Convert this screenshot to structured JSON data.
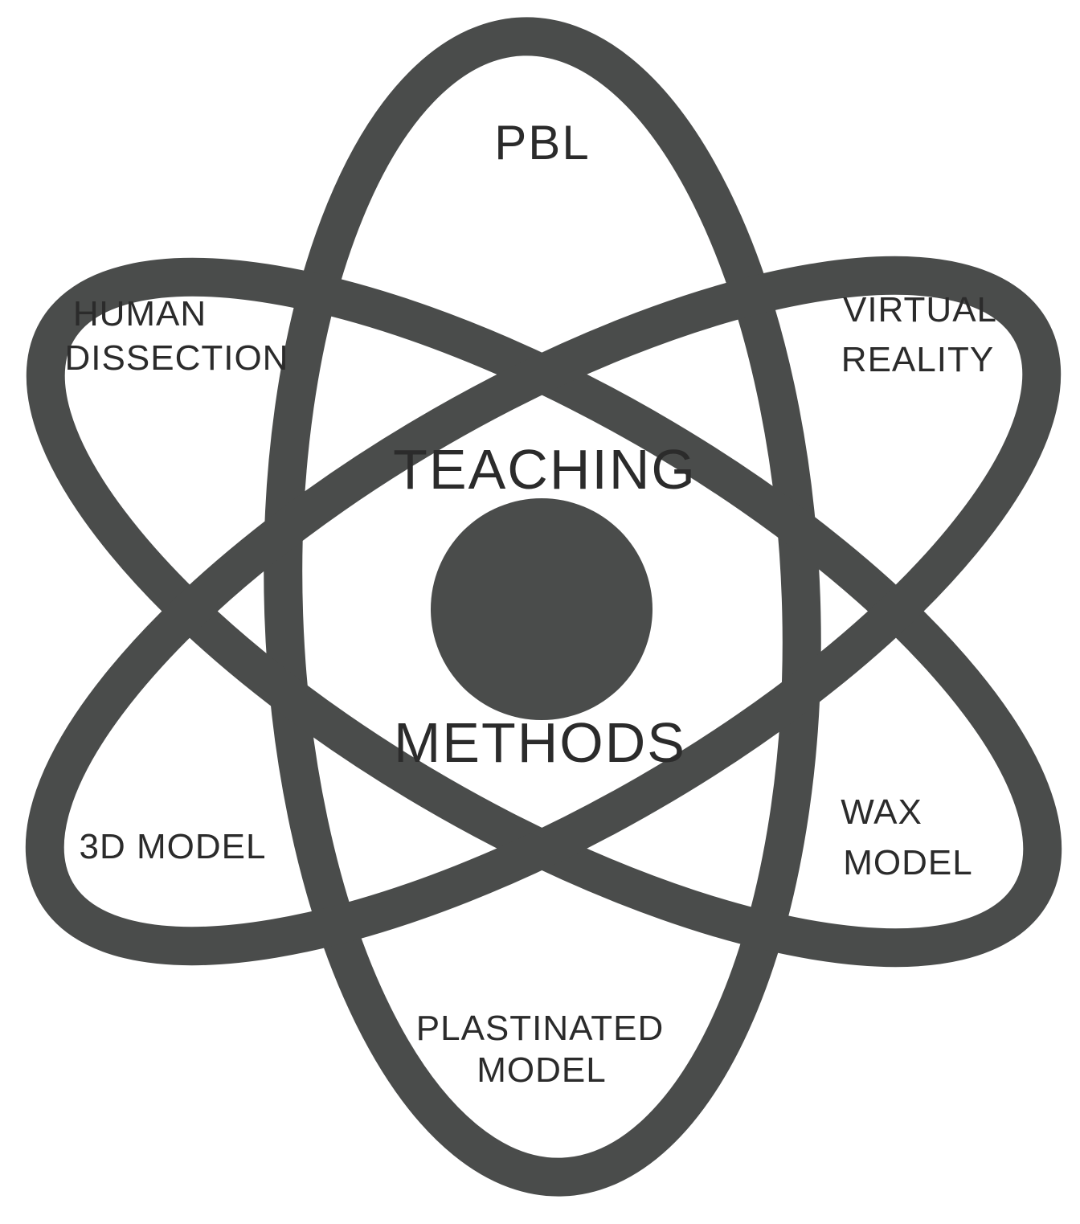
{
  "diagram": {
    "center": {
      "line1": "TEACHING",
      "line2": "METHODS"
    },
    "methods": {
      "pbl": {
        "lines": [
          "PBL"
        ]
      },
      "virtual_reality": {
        "lines": [
          "VIRTUAL",
          "REALITY"
        ]
      },
      "wax_model": {
        "lines": [
          "WAX",
          "MODEL"
        ]
      },
      "plastinated_model": {
        "lines": [
          "PLASTINATED",
          "MODEL"
        ]
      },
      "model_3d": {
        "lines": [
          "3D MODEL"
        ]
      },
      "human_dissection": {
        "lines": [
          "HUMAN",
          "DISSECTION"
        ]
      }
    },
    "colors": {
      "orbit": "#4a4c4b",
      "nucleus": "#4a4c4b",
      "text": "#2b2b2b",
      "background": "#ffffff"
    }
  }
}
